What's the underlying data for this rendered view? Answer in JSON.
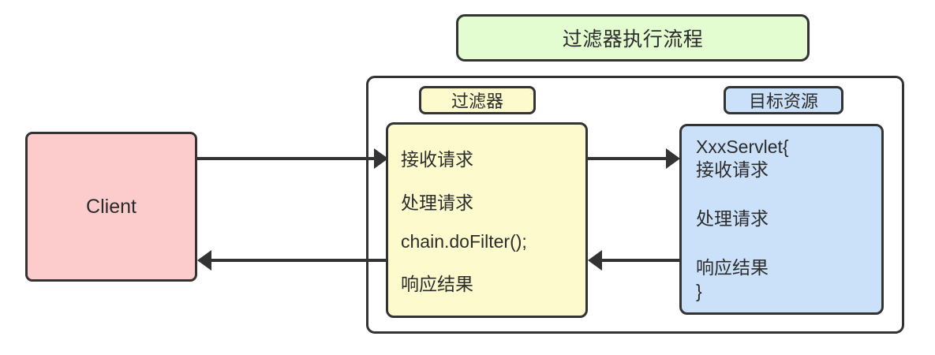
{
  "diagram": {
    "title": "过滤器执行流程",
    "client": {
      "label": "Client"
    },
    "filter": {
      "tag": "过滤器",
      "lines": [
        "接收请求",
        "处理请求",
        "chain.doFilter();",
        "响应结果"
      ]
    },
    "resource": {
      "tag": "目标资源",
      "lines": [
        "XxxServlet{",
        "接收请求",
        "处理请求",
        "响应结果",
        "}"
      ]
    },
    "arrows": [
      {
        "name": "client-to-filter",
        "direction": "right"
      },
      {
        "name": "filter-to-resource",
        "direction": "right"
      },
      {
        "name": "resource-to-filter",
        "direction": "left"
      },
      {
        "name": "filter-to-client",
        "direction": "left"
      }
    ],
    "colors": {
      "title_fill": "#e3fcd0",
      "client_fill": "#fccccc",
      "filter_fill": "#fdfbcd",
      "resource_fill": "#cbe1fa",
      "stroke": "#333333",
      "background": "#ffffff"
    }
  }
}
